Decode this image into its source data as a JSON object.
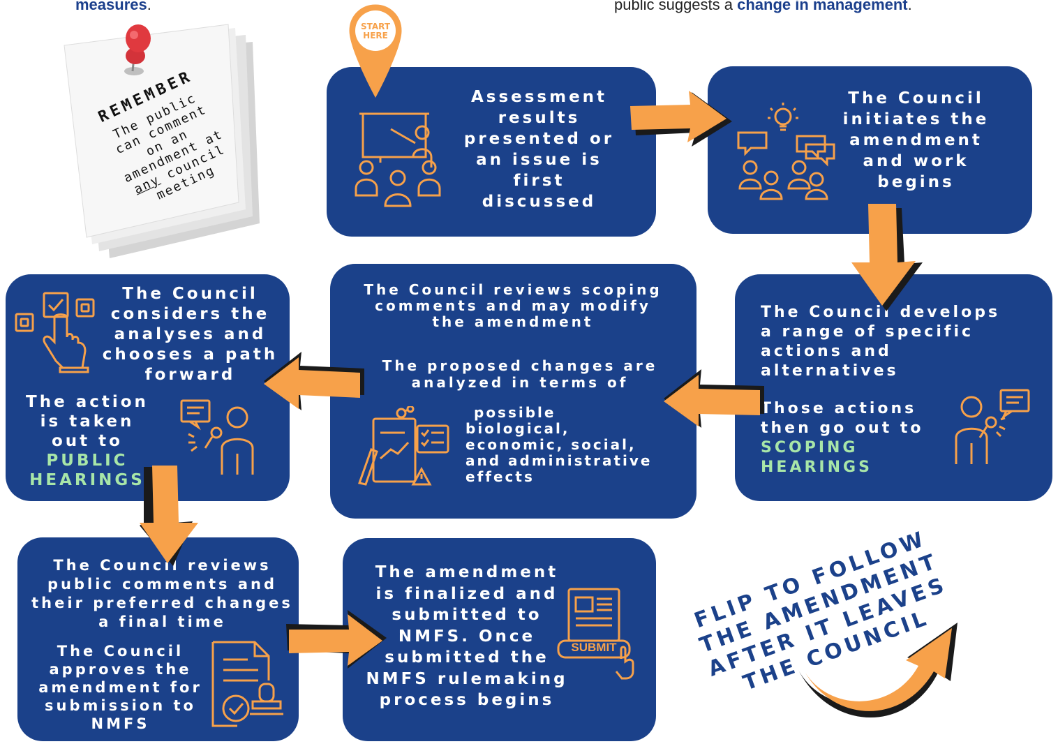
{
  "top_left_fragment": "measures",
  "top_right_fragment_prefix": "public suggests a",
  "top_right_fragment_bold": "change in management",
  "start_pin": {
    "line1": "START",
    "line2": "HERE"
  },
  "note": {
    "title": "REMEMBER",
    "line1": "The public",
    "line2": "can comment",
    "line3": "on an",
    "line4": "amendment at",
    "line5_underlined": "any",
    "line5_rest": "council",
    "line6": "meeting"
  },
  "steps": {
    "step1": [
      "Assessment",
      "results",
      "presented or",
      "an issue is",
      "first",
      "discussed"
    ],
    "step2": [
      "The Council",
      "initiates the",
      "amendment",
      "and work",
      "begins"
    ],
    "step3": {
      "main": [
        "The Council develops",
        "a range of specific",
        "actions and",
        "alternatives"
      ],
      "sub": [
        "Those actions",
        "then go out to"
      ],
      "highlight": [
        "SCOPING",
        "HEARINGS"
      ]
    },
    "step4": {
      "p1": [
        "The Council reviews scoping",
        "comments and may modify",
        "the amendment"
      ],
      "p2": [
        "The proposed changes are",
        "analyzed in terms of"
      ],
      "p3": [
        "possible",
        "biological,",
        "economic, social,",
        "and administrative",
        "effects"
      ]
    },
    "step5": {
      "main": [
        "The Council",
        "considers the",
        "analyses and",
        "chooses a path",
        "forward"
      ],
      "sub": [
        "The action",
        "is taken",
        "out to"
      ],
      "highlight": [
        "PUBLIC",
        "HEARINGS"
      ]
    },
    "step6": {
      "p1": [
        "The Council reviews",
        "public comments and",
        "their preferred changes",
        "a final time"
      ],
      "p2": [
        "The Council",
        "approves the",
        "amendment for",
        "submission to",
        "NMFS"
      ]
    },
    "step7": [
      "The amendment",
      "is finalized and",
      "submitted to",
      "NMFS. Once",
      "submitted the",
      "NMFS rulemaking",
      "process begins"
    ]
  },
  "submit_label": "SUBMIT",
  "flip": [
    "FLIP TO FOLLOW",
    "THE AMENDMENT",
    "AFTER IT LEAVES",
    "THE COUNCIL"
  ],
  "colors": {
    "box": "#1b418a",
    "orange": "#f7a14a",
    "highlight": "#a8e6a8",
    "text": "#ffffff"
  }
}
